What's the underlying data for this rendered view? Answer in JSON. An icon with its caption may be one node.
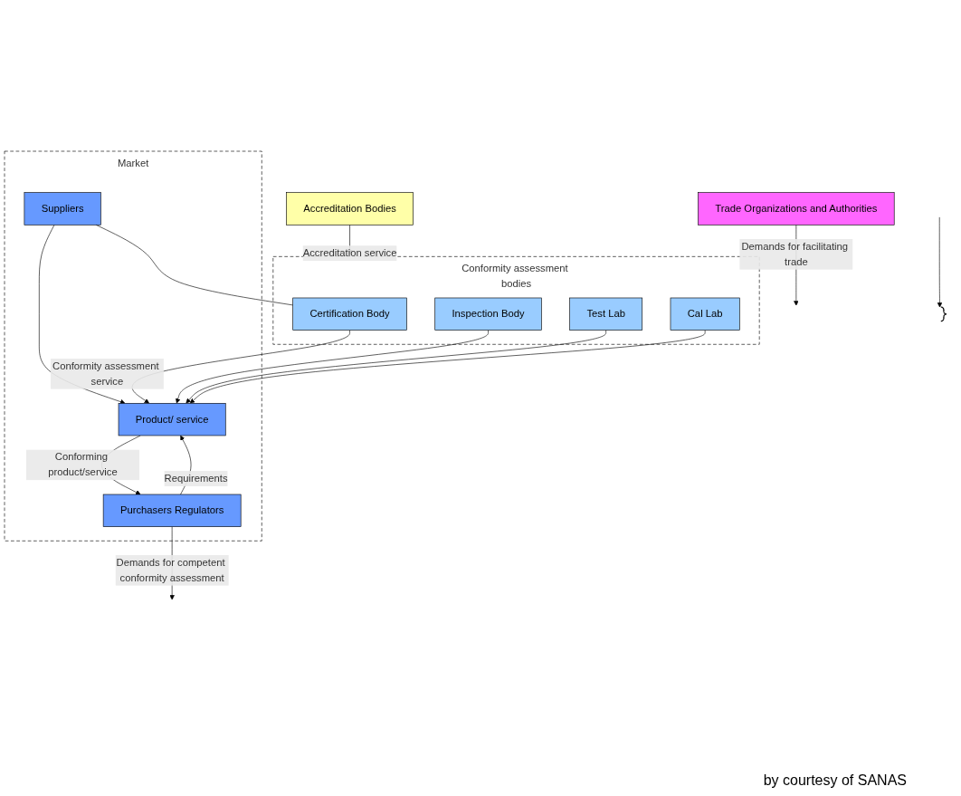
{
  "diagram": {
    "caption": "by courtesy of SANAS",
    "nodes": [
      {
        "text": [
          "Accreditation Bodies"
        ]
      },
      {
        "text": [
          "Conformity assessment bodies"
        ]
      },
      {
        "text": [
          "Certification Body"
        ],
        "in": 1
      },
      {
        "text": [
          "Inspection Body"
        ],
        "in": 1
      },
      {
        "text": [
          "Test Lab"
        ],
        "in": 1
      },
      {
        "text": [
          "Cal Lab"
        ],
        "in": 1
      },
      {
        "text": [
          "Market"
        ]
      },
      {
        "text": [
          "Product/ service"
        ],
        "in": 6
      },
      {
        "text": [
          "Purchasers Regulators"
        ],
        "in": 6
      },
      {
        "text": [
          "Suppliers"
        ],
        "in": 6
      },
      {
        "text": [
          "Trade Organizations and Authorities"
        ]
      },
      {
        "text": [],
        "shape": "brace"
      }
    ],
    "edges": [
      {
        "from": 0,
        "to": 1,
        "label": "Accreditation service",
        "arrow": "to"
      },
      {
        "from": 2,
        "to": 7,
        "label": "Conformity assessment service",
        "arrow": "to"
      },
      {
        "from": 3,
        "to": 7,
        "arrow": "to"
      },
      {
        "from": 4,
        "to": 7,
        "arrow": "to"
      },
      {
        "from": 5,
        "to": 7,
        "arrow": "to"
      },
      {
        "from": 7,
        "to": 8,
        "label": "Conforming product/service",
        "arrow": "to"
      },
      {
        "from": 8,
        "to": 7,
        "label": "Requirements",
        "arrow": "to"
      },
      {
        "from": 9,
        "to": 7,
        "arrow": "to"
      },
      {
        "from": 9,
        "to": 2,
        "arrow": "none"
      },
      {
        "from": 8,
        "to": null,
        "label": "Demands for competent conformity assessment",
        "arrow": "to"
      },
      {
        "from": 10,
        "to": null,
        "label": "Demands for facilitating trade",
        "arrow": "to"
      },
      {
        "from": null,
        "to": 11,
        "arrow": "to"
      }
    ]
  }
}
